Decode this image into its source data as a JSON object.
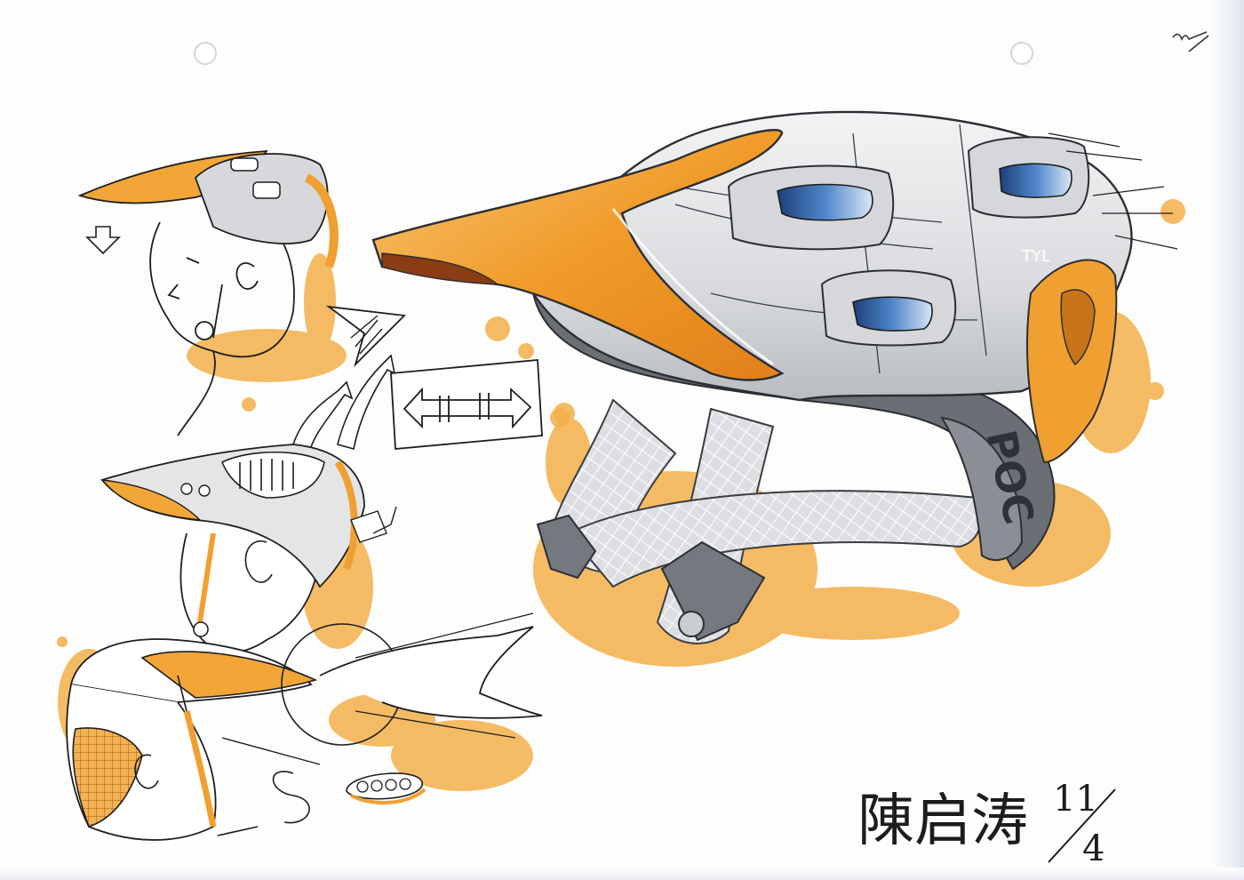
{
  "sheet": {
    "brand_mark": "POC",
    "helmet_tag": "TYL",
    "signature_name": "陳启涛",
    "signature_date_top": "11",
    "signature_date_bottom": "4"
  },
  "colors": {
    "marker_orange": "#f0a030",
    "light_orange": "#f6c06a",
    "shell_gray": "#e6e7e9",
    "mid_gray": "#a9acb0",
    "dark_gray": "#5d6268",
    "vent_blue": "#2f5f9e",
    "ink": "#1e1e1e"
  },
  "icons": [
    "punch-hole-icon",
    "down-arrow-icon",
    "arrow-head-icon",
    "double-arrow-icon"
  ]
}
